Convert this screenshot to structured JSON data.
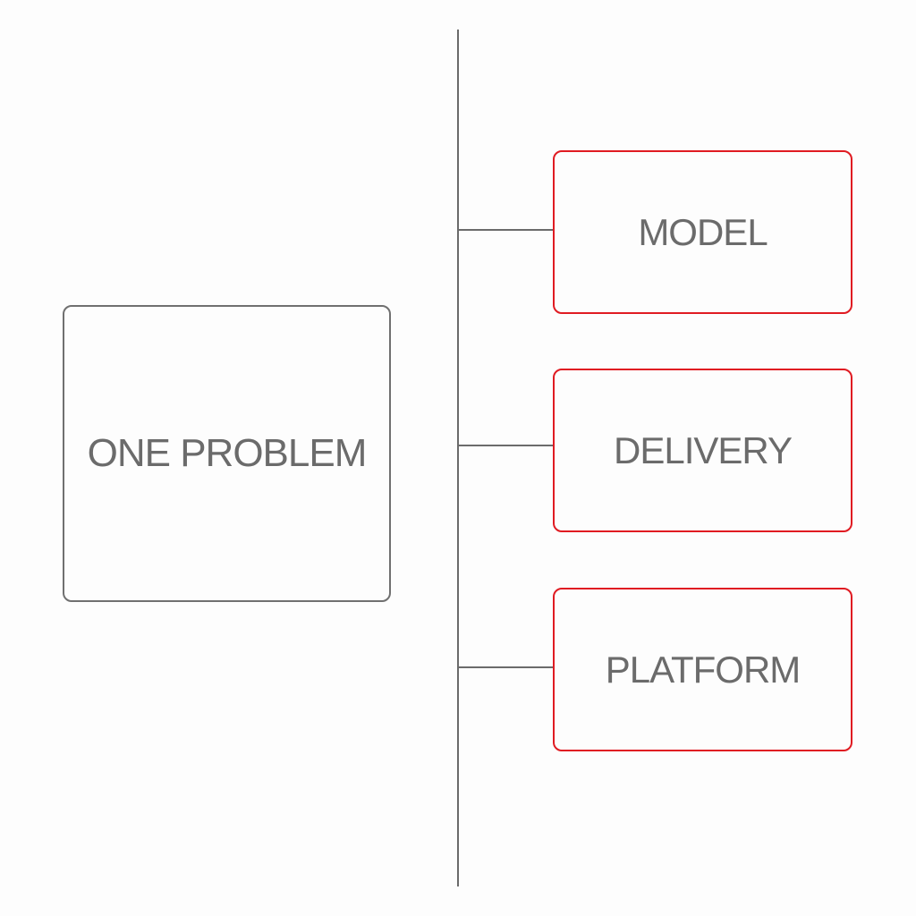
{
  "problem": {
    "label": "ONE PROBLEM"
  },
  "items": [
    {
      "label": "MODEL"
    },
    {
      "label": "DELIVERY"
    },
    {
      "label": "PLATFORM"
    }
  ],
  "colors": {
    "neutral_stroke": "#707070",
    "accent_stroke": "#e01b22",
    "text": "#6b6b6b",
    "background": "#fdfdfd"
  }
}
